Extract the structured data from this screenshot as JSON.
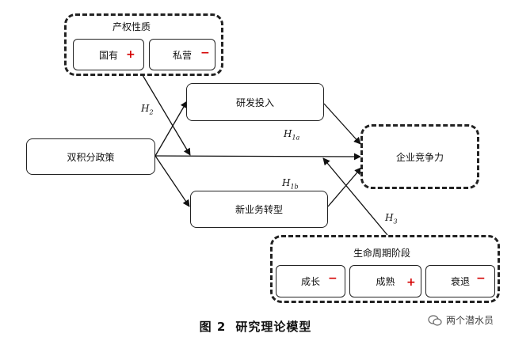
{
  "top_group": {
    "title": "产权性质",
    "items": [
      {
        "label": "国有",
        "sign": "+"
      },
      {
        "label": "私营",
        "sign": "−"
      }
    ]
  },
  "nodes": {
    "policy": "双积分政策",
    "rd": "研发投入",
    "transform": "新业务转型",
    "competitiveness": "企业竞争力"
  },
  "hypotheses": {
    "h2": {
      "base": "H",
      "sub": "2"
    },
    "h1a": {
      "base": "H",
      "sub": "1a"
    },
    "h1b": {
      "base": "H",
      "sub": "1b"
    },
    "h3": {
      "base": "H",
      "sub": "3"
    }
  },
  "bottom_group": {
    "title": "生命周期阶段",
    "items": [
      {
        "label": "成长",
        "sign": "−"
      },
      {
        "label": "成熟",
        "sign": "+"
      },
      {
        "label": "衰退",
        "sign": "−"
      }
    ]
  },
  "caption": {
    "figure": "图 2",
    "title": "研究理论模型"
  },
  "watermark": {
    "text": "两个潜水员",
    "icon": "wechat-icon"
  }
}
